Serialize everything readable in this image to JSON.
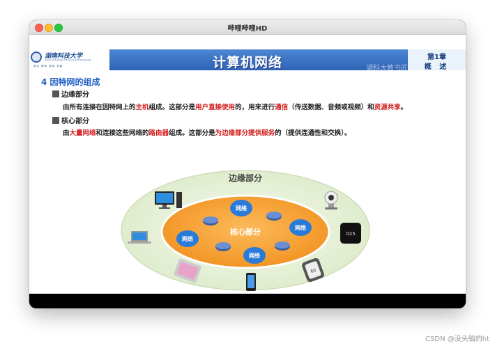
{
  "window": {
    "title": "哔哩哔哩HD"
  },
  "slide": {
    "header_title": "计算机网络",
    "logo_text": "湖南科技大学",
    "logo_sub": "Hunan University of Science and Technology",
    "logo_motto": "笃志 博学  求真 创新",
    "chapter_label": "第1章",
    "chapter_sub": "概 述",
    "watermark": "湖科大教书匠",
    "section_title": "4 因特网的组成",
    "bullet1": "边缘部分",
    "para1": {
      "p1": "由所有连接在因特网上的",
      "p2": "主机",
      "p3": "组成。这部分是",
      "p4": "用户直接使用",
      "p5": "的，用来进行",
      "p6": "通信",
      "p7": "（传送数据、音频或视频）和",
      "p8": "资源共享",
      "p9": "。"
    },
    "bullet2": "核心部分",
    "para2": {
      "p1": "由",
      "p2": "大量网络",
      "p3": "和连接这些网络的",
      "p4": "路由器",
      "p5": "组成。这部分是",
      "p6": "为边缘部分提供服务",
      "p7": "的（提供连通性和交换）。"
    },
    "diagram": {
      "edge_label": "边缘部分",
      "core_label": "核心部分",
      "network_label": "网络",
      "watch_time": "025",
      "smartwatch_text": "60"
    }
  },
  "footer": {
    "credit": "CSDN @没头脑的ht"
  },
  "colors": {
    "header_blue": "#2f63b5",
    "core_orange": "#f7a23a",
    "edge_fill": "#e9f3dc",
    "network_blue": "#2a7bd8",
    "highlight_red": "#d21f1f"
  }
}
